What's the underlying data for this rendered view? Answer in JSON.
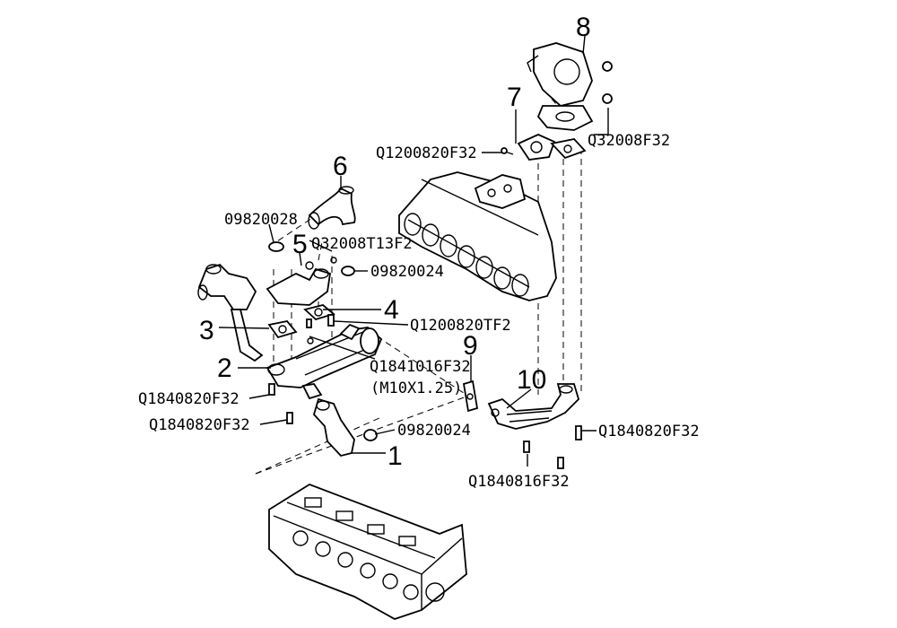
{
  "callouts": {
    "n1": "1",
    "n2": "2",
    "n3": "3",
    "n4": "4",
    "n5": "5",
    "n6": "6",
    "n7": "7",
    "n8": "8",
    "n9": "9",
    "n10": "10"
  },
  "part_codes": {
    "c_09820028": "09820028",
    "c_q32008t13f2": "Q32008T13F2",
    "c_09820024_top": "09820024",
    "c_q1200820tf2": "Q1200820TF2",
    "c_q1841016f32": "Q1841016F32",
    "c_m10x125": "(M10X1.25)",
    "c_q1840820f32_a": "Q1840820F32",
    "c_q1840820f32_b": "Q1840820F32",
    "c_09820024_bottom": "09820024",
    "c_q1200820f32": "Q1200820F32",
    "c_q32008f32": "Q32008F32",
    "c_q1840820f32_right": "Q1840820F32",
    "c_q1840816f32": "Q1840816F32"
  },
  "colors": {
    "ink": "#000000",
    "paper": "#ffffff"
  }
}
